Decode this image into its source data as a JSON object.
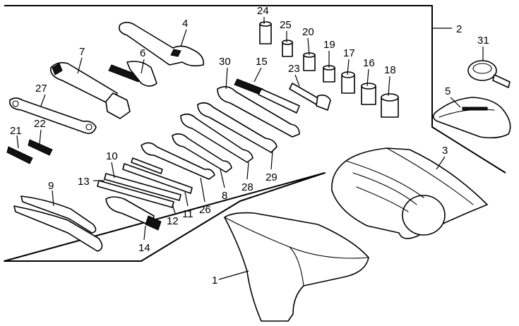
{
  "callouts": {
    "c1": "1",
    "c2": "2",
    "c3": "3",
    "c4": "4",
    "c5": "5",
    "c6": "6",
    "c7": "7",
    "c8": "8",
    "c9": "9",
    "c10": "10",
    "c11": "11",
    "c12": "12",
    "c13": "13",
    "c14": "14",
    "c15": "15",
    "c16": "16",
    "c17": "17",
    "c18": "18",
    "c19": "19",
    "c20": "20",
    "c21": "21",
    "c22": "22",
    "c23": "23",
    "c24": "24",
    "c25": "25",
    "c26": "26",
    "c27": "27",
    "c28": "28",
    "c29": "29",
    "c30": "30",
    "c31": "31"
  }
}
